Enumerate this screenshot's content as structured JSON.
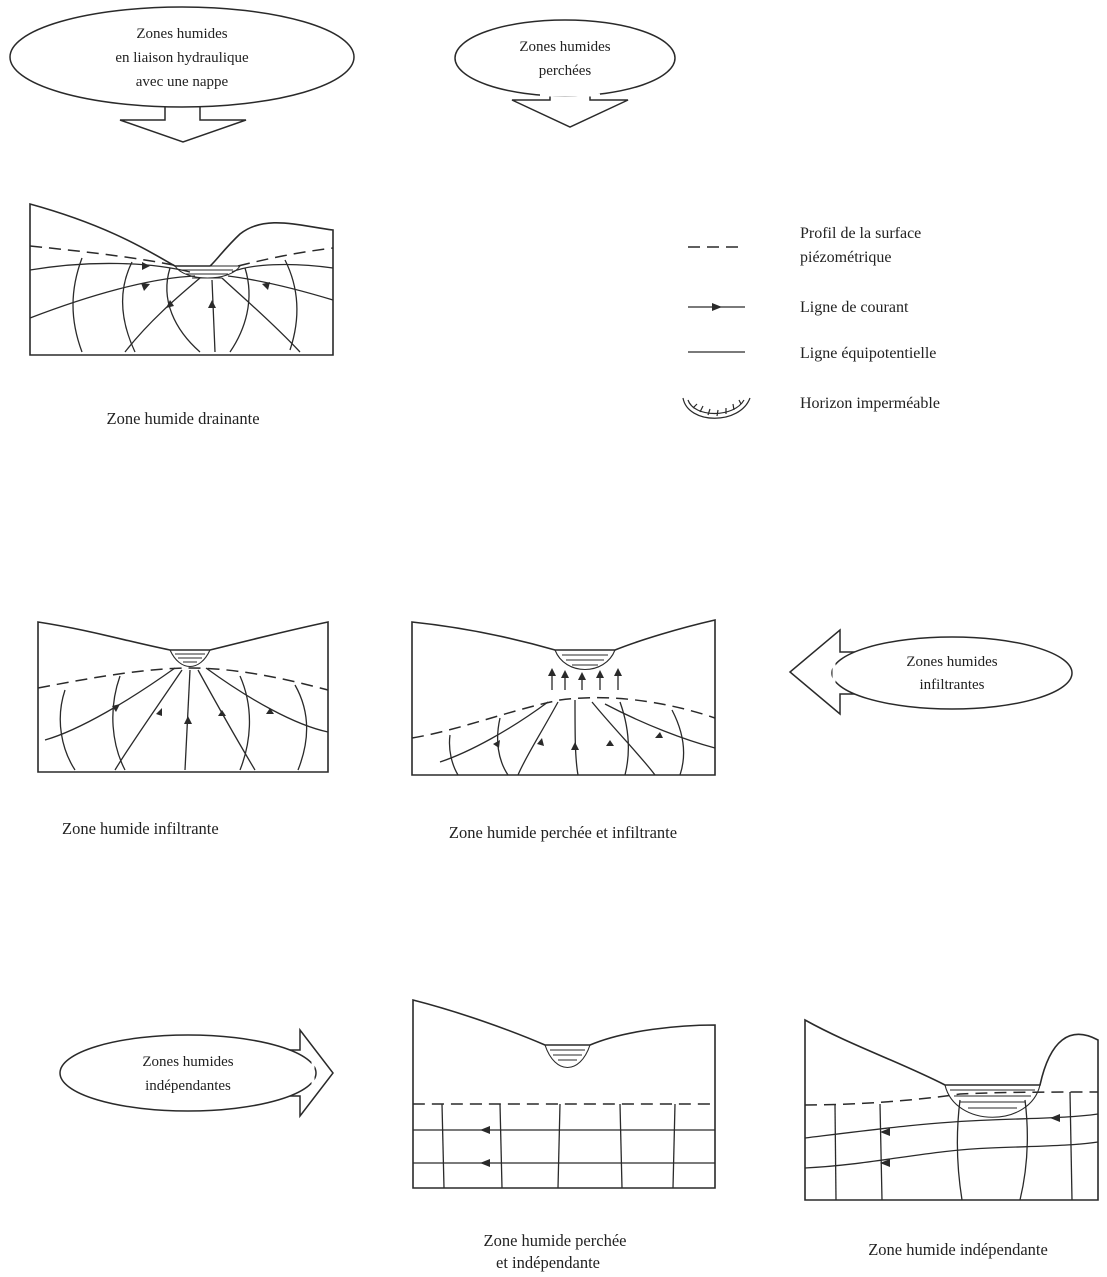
{
  "bubbles": {
    "liaison": [
      "Zones humides",
      "en liaison hydraulique",
      "avec une nappe"
    ],
    "perchees": [
      "Zones humides",
      "perchées"
    ],
    "infiltrantes": [
      "Zones humides",
      "infiltrantes"
    ],
    "independantes": [
      "Zones humides",
      "indépendantes"
    ]
  },
  "legend": {
    "piezo": [
      "Profil de la surface",
      "piézométrique"
    ],
    "courant": "Ligne de courant",
    "equipotentielle": "Ligne équipotentielle",
    "impermeable": "Horizon imperméable"
  },
  "captions": {
    "drainante": "Zone humide drainante",
    "infiltrante": "Zone humide infiltrante",
    "perchee_infiltrante": "Zone humide perchée et infiltrante",
    "perchee_independante": [
      "Zone humide perchée",
      "et indépendante"
    ],
    "independante": "Zone humide indépendante"
  }
}
